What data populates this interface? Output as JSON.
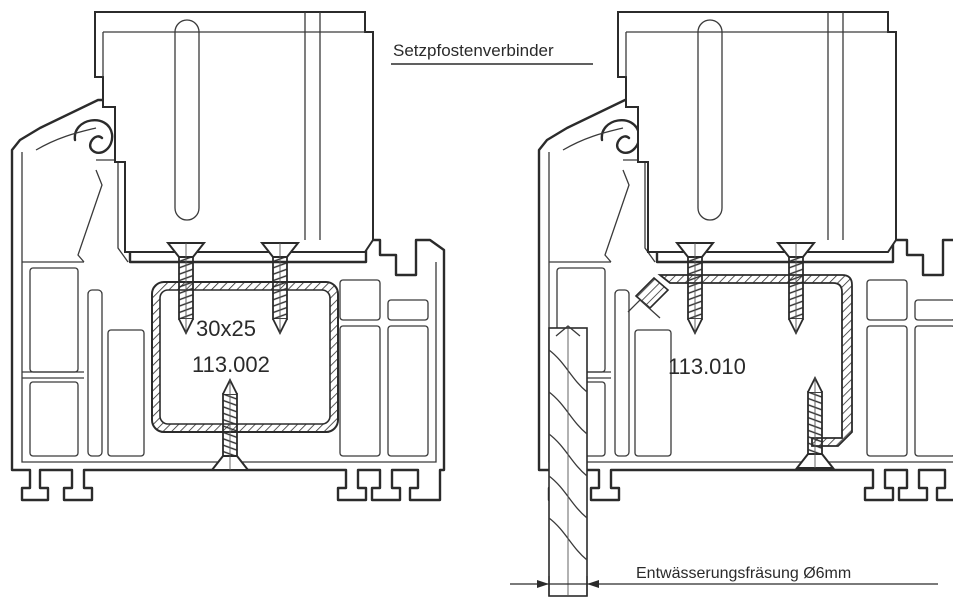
{
  "title": "Setzpfostenverbinder",
  "left_detail": {
    "profile_size": "30x25",
    "part_number": "113.002"
  },
  "right_detail": {
    "part_number": "113.010"
  },
  "dimension_label": "Entwässerungsfräsung Ø6mm",
  "colors": {
    "line": "#2b2b2b",
    "background": "#ffffff"
  }
}
